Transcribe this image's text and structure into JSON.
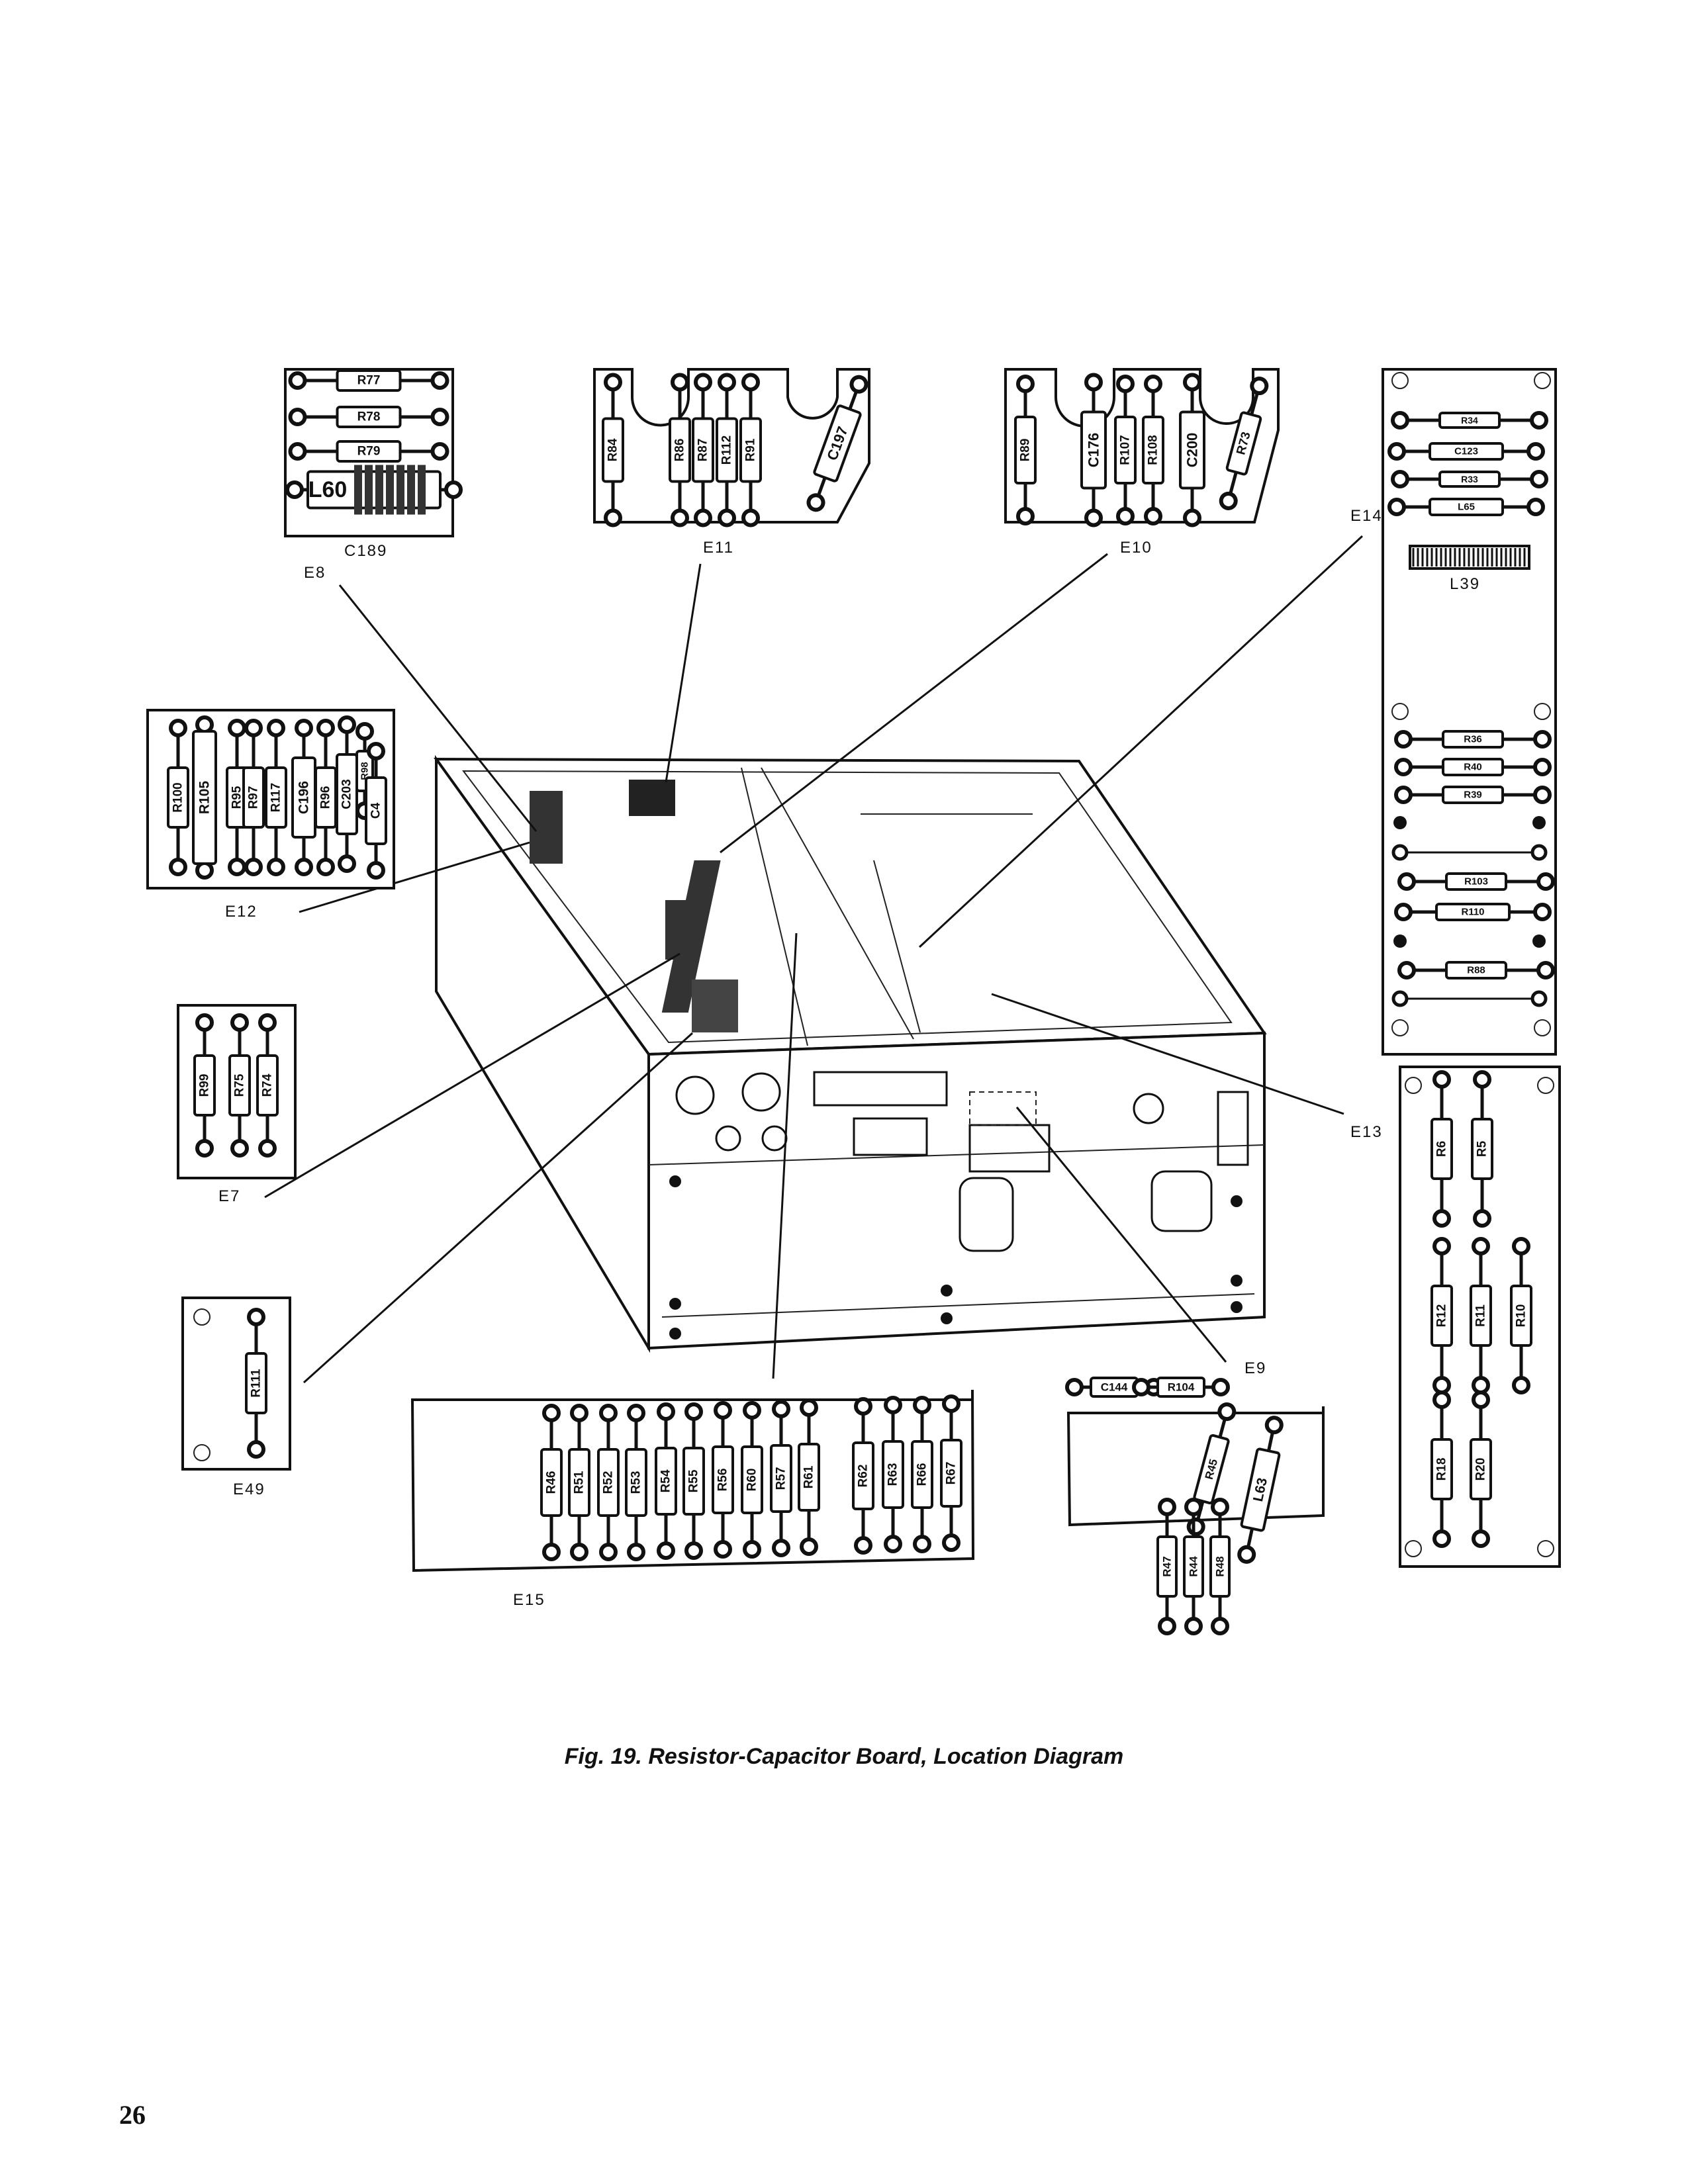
{
  "figure": {
    "caption": "Fig. 19. Resistor-Capacitor Board, Location Diagram",
    "page_number": "26"
  },
  "boards": [
    {
      "id": "E8",
      "label": "E8",
      "components": [
        "R77",
        "R78",
        "R79",
        "L60"
      ],
      "callout": "C189"
    },
    {
      "id": "E11",
      "label": "E11",
      "components": [
        "R84",
        "R86",
        "R87",
        "R112",
        "R91",
        "C197"
      ]
    },
    {
      "id": "E10",
      "label": "E10",
      "components": [
        "R89",
        "C176",
        "R107",
        "R108",
        "C200",
        "R73"
      ]
    },
    {
      "id": "E14",
      "label": "E14",
      "components": [
        "R34",
        "C123",
        "R33",
        "L65",
        "R36",
        "R40",
        "R39",
        "R103",
        "R110",
        "R88"
      ],
      "callout": "L39"
    },
    {
      "id": "E12",
      "label": "E12",
      "components": [
        "R100",
        "R105",
        "R95",
        "R97",
        "R117",
        "C196",
        "R96",
        "C203",
        "R98",
        "C4"
      ]
    },
    {
      "id": "E7",
      "label": "E7",
      "components": [
        "R99",
        "R75",
        "R74"
      ]
    },
    {
      "id": "E49",
      "label": "E49",
      "components": [
        "R111"
      ]
    },
    {
      "id": "E15",
      "label": "E15",
      "components": [
        "R46",
        "R51",
        "R52",
        "R53",
        "R54",
        "R55",
        "R56",
        "R60",
        "R57",
        "R61",
        "R62",
        "R63",
        "R66",
        "R67"
      ]
    },
    {
      "id": "E9",
      "label": "E9",
      "components": [
        "C144",
        "R104",
        "R45",
        "L63",
        "R47",
        "R44",
        "R48"
      ]
    },
    {
      "id": "E13",
      "label": "E13",
      "components": [
        "R6",
        "R5",
        "R12",
        "R11",
        "R10",
        "R18",
        "R20"
      ]
    }
  ]
}
